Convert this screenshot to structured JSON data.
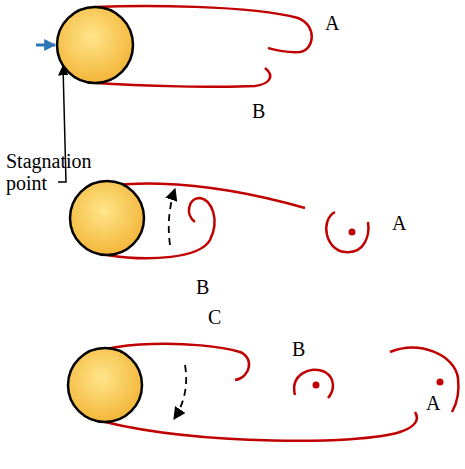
{
  "diagram": {
    "labels": [
      "A",
      "Stagnation point",
      "B",
      "A",
      "B",
      "C",
      "B",
      "A"
    ]
  }
}
